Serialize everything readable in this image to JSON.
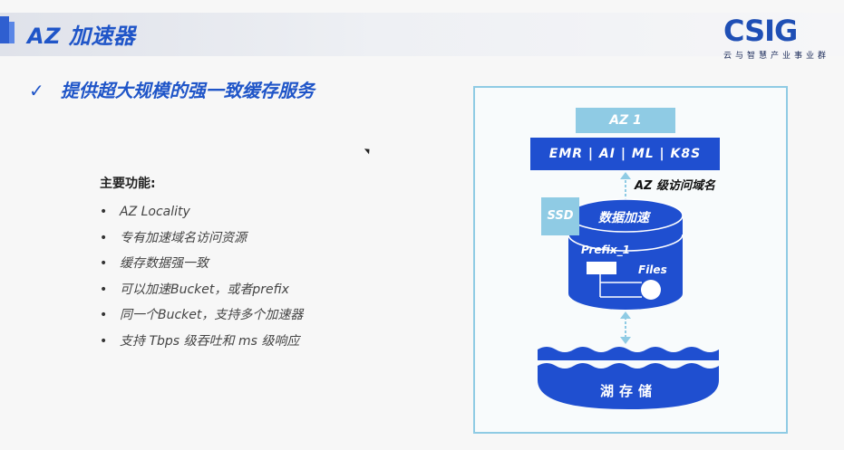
{
  "header": {
    "title": "AZ 加速器",
    "logo_text": "CSIG",
    "logo_subtitle": "云与智慧产业事业群"
  },
  "headline": {
    "check_glyph": "✓",
    "text": "提供超大规模的强一致缓存服务"
  },
  "features": {
    "heading": "主要功能:",
    "bullet": "•",
    "items": [
      "AZ Locality",
      "专有加速域名访问资源",
      "缓存数据强一致",
      "可以加速Bucket，或者prefix",
      "同一个Bucket，支持多个加速器",
      "支持 Tbps 级吞吐和 ms 级响应"
    ]
  },
  "diagram": {
    "az_label": "AZ 1",
    "services_label": "EMR  |  AI  |  ML  |  K8S",
    "domain_label": "AZ 级访问域名",
    "ssd_label": "SSD",
    "accel_title": "数据加速",
    "prefix_label": "Prefix_1",
    "files_label": "Files",
    "lake_label": "湖存储"
  },
  "colors": {
    "accent_blue": "#1f4fd0",
    "light_blue": "#8fcbe4",
    "title_blue": "#1f55c8"
  }
}
